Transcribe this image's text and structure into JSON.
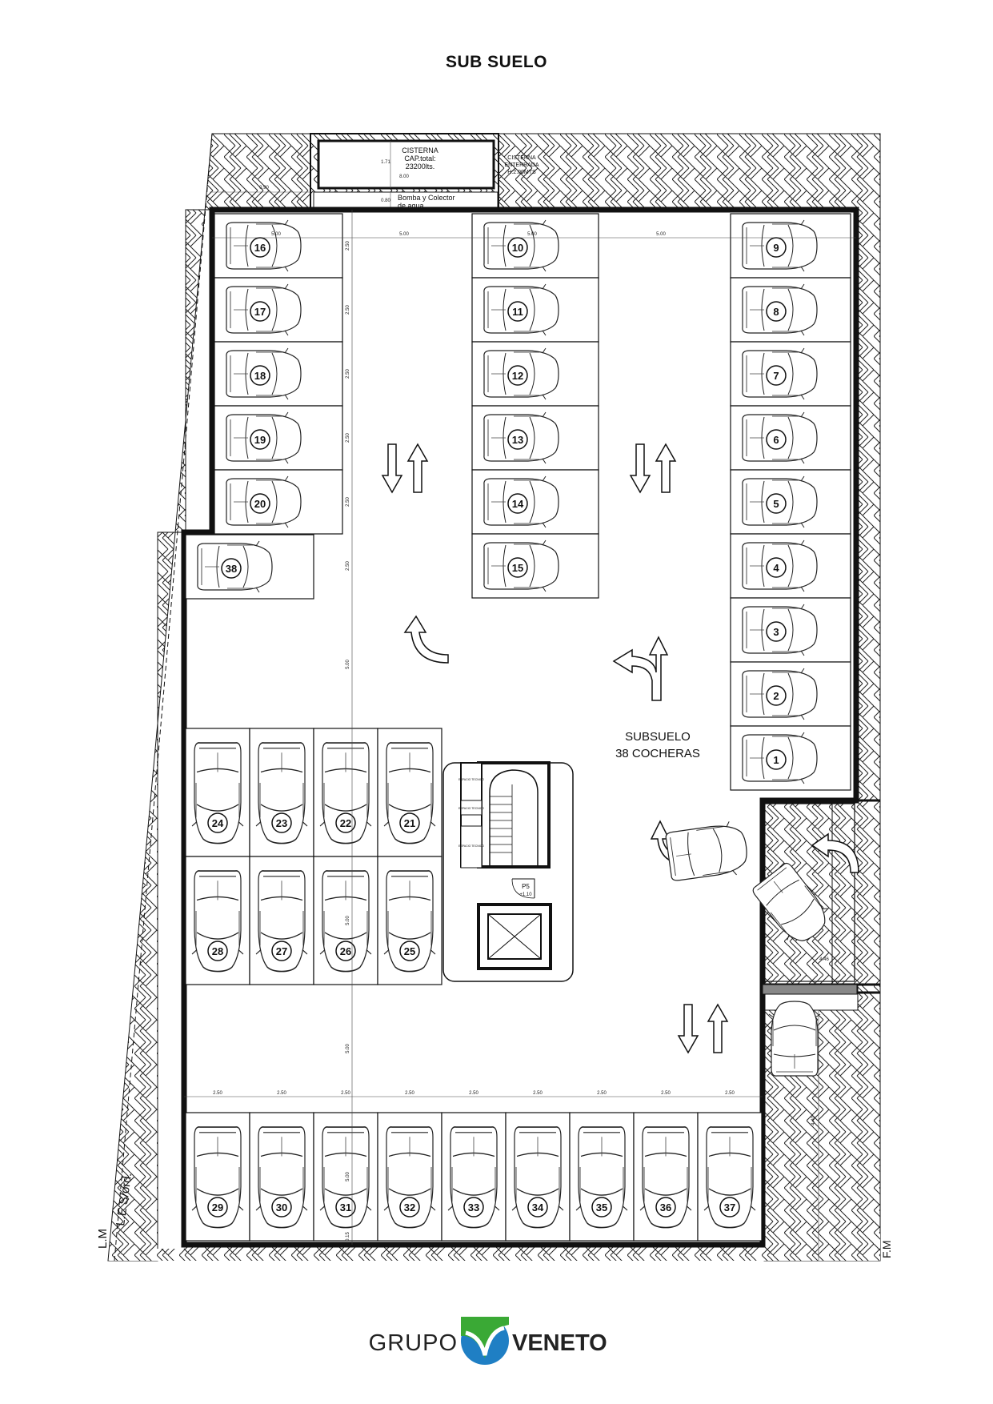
{
  "title": "SUB SUELO",
  "subsuelo_label": [
    "SUBSUELO",
    "38 COCHERAS"
  ],
  "cisterna_label": [
    "CISTERNA",
    "CAP.total:",
    "23200lts."
  ],
  "cisterna_enterrada_label": [
    "CISTERNA",
    "ENTERRADA",
    "H:2.00MTS"
  ],
  "bomba_label": [
    "Bomba y Colector",
    "de agua."
  ],
  "property_lines": {
    "lm": "L.M",
    "les": "L.E S/ord.",
    "fm": "F.M"
  },
  "dimensions": {
    "bay_depth": "5.00",
    "bay_width": "2.50",
    "aisle": "5.00",
    "ramp": "4.46",
    "cisterna_w": "8.00",
    "cisterna_h": "1.71",
    "bomba_h": "0.80",
    "wall": "0.90",
    "ramp_side": "4.40",
    "bottom": "0.15"
  },
  "technical_spaces": [
    "ESPACIO TECNICO",
    "ESPACIO TECNICO",
    "ESPACIO TECNICO"
  ],
  "stair_label": "P5",
  "stair_sub": "+1.10",
  "brand": {
    "left": "GRUPO",
    "right": "VENETO"
  },
  "colors": {
    "line": "#111111",
    "hatch": "#222222",
    "logo_green": "#3aa935",
    "logo_blue": "#1f7fc4"
  },
  "parking_spaces": [
    "1",
    "2",
    "3",
    "4",
    "5",
    "6",
    "7",
    "8",
    "9",
    "10",
    "11",
    "12",
    "13",
    "14",
    "15",
    "16",
    "17",
    "18",
    "19",
    "20",
    "21",
    "22",
    "23",
    "24",
    "25",
    "26",
    "27",
    "28",
    "29",
    "30",
    "31",
    "32",
    "33",
    "34",
    "35",
    "36",
    "37",
    "38"
  ]
}
